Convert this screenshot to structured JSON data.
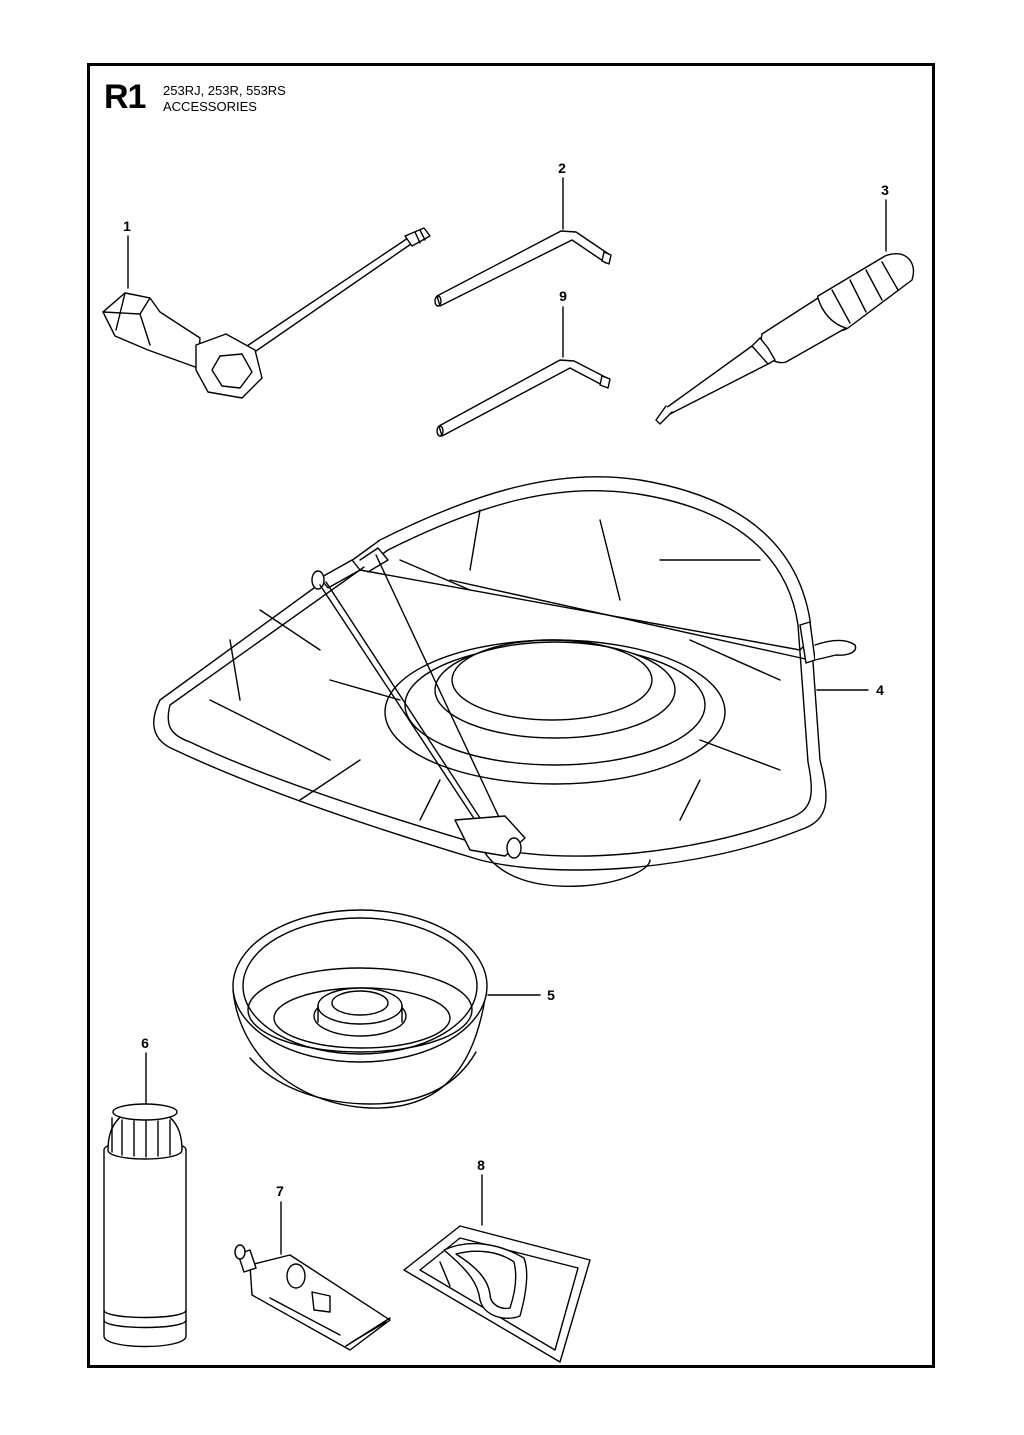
{
  "header": {
    "code": "R1",
    "models": "253RJ, 253R, 553RS",
    "section": "ACCESSORIES"
  },
  "callouts": [
    "1",
    "2",
    "3",
    "4",
    "5",
    "6",
    "7",
    "8",
    "9"
  ]
}
